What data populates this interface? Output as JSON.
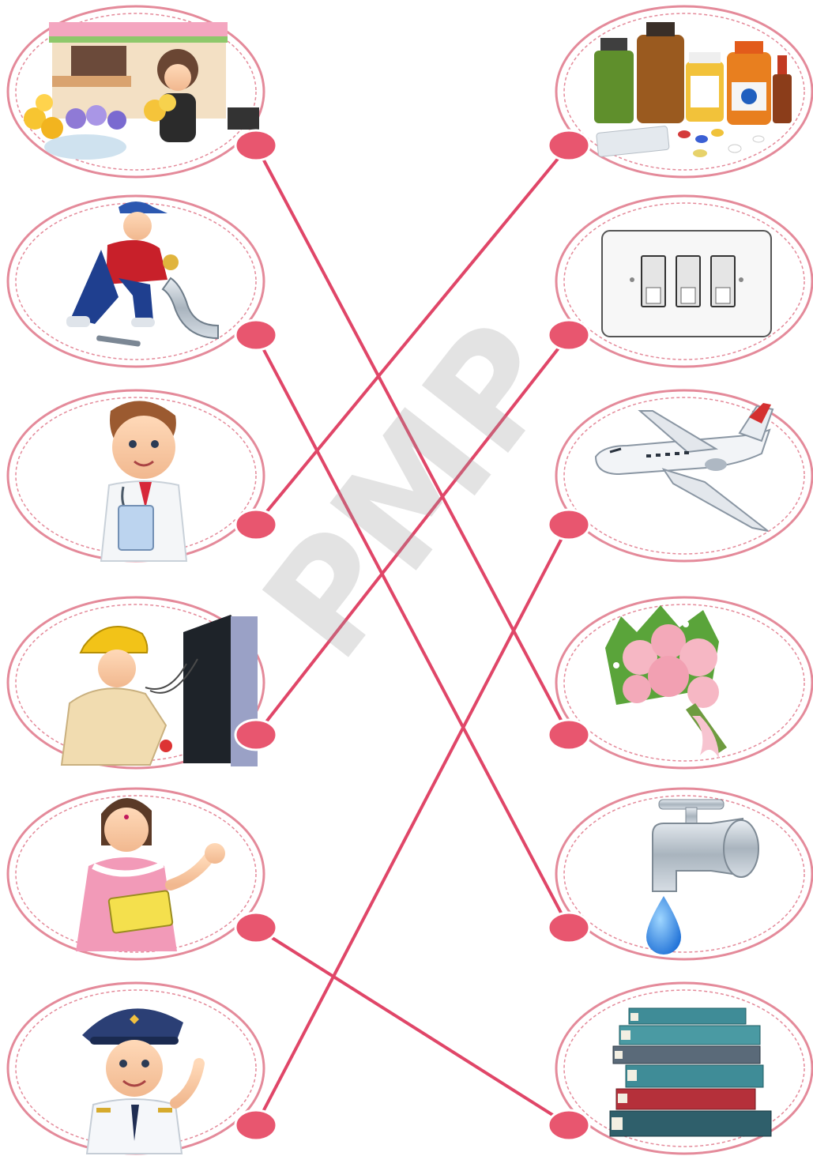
{
  "title": "",
  "watermark": "PMP",
  "colors": {
    "bubble_fill": "#ffffff",
    "bubble_border": "#e48a9a",
    "dot": "#e8566f",
    "line": "#e04668"
  },
  "left_items": [
    {
      "name": "florist",
      "icon": "florist-at-flower-stall-icon"
    },
    {
      "name": "plumber",
      "icon": "plumber-fixing-pipe-icon"
    },
    {
      "name": "doctor",
      "icon": "doctor-with-stethoscope-icon"
    },
    {
      "name": "electrician",
      "icon": "electrician-at-panel-icon"
    },
    {
      "name": "teacher",
      "icon": "teacher-with-book-icon"
    },
    {
      "name": "pilot",
      "icon": "pilot-saluting-icon"
    }
  ],
  "right_items": [
    {
      "name": "medicines",
      "icon": "medicine-bottles-icon"
    },
    {
      "name": "switch-board",
      "icon": "light-switch-icon"
    },
    {
      "name": "aeroplane",
      "icon": "aeroplane-icon"
    },
    {
      "name": "flower-bouquet",
      "icon": "rose-bouquet-icon"
    },
    {
      "name": "water-tap",
      "icon": "water-tap-icon"
    },
    {
      "name": "books",
      "icon": "stack-of-books-icon"
    }
  ],
  "matches": [
    {
      "from": "florist",
      "to": "flower-bouquet"
    },
    {
      "from": "plumber",
      "to": "water-tap"
    },
    {
      "from": "doctor",
      "to": "medicines"
    },
    {
      "from": "electrician",
      "to": "switch-board"
    },
    {
      "from": "teacher",
      "to": "books"
    },
    {
      "from": "pilot",
      "to": "aeroplane"
    }
  ]
}
